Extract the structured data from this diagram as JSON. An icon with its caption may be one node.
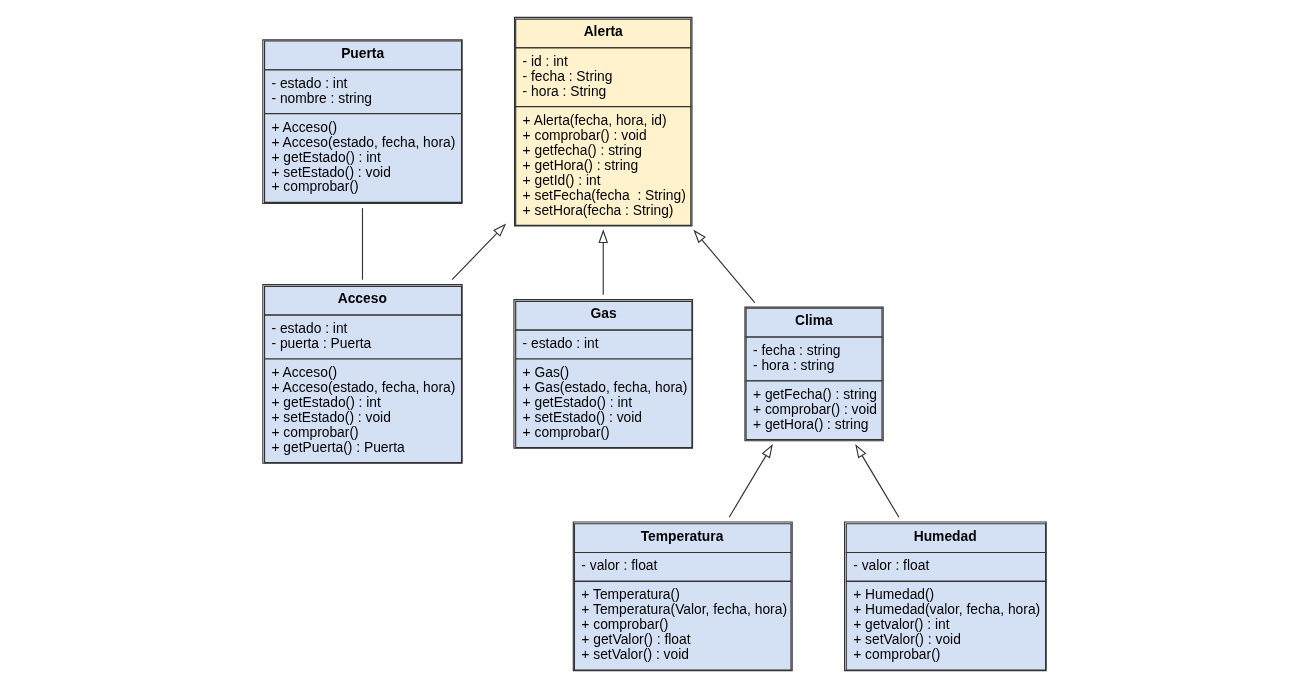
{
  "diagram": {
    "nodes": [
      {
        "text": [
          "Puerta",
          "- estado : int",
          "- nombre : string",
          "+ Acceso()",
          "+ Acceso(estado, fecha, hora)",
          "+ getEstado() : int",
          "+ setEstado() : void",
          "+ comprobar()"
        ]
      },
      {
        "text": [
          "Alerta",
          "- id : int",
          "- fecha : String",
          "- hora : String",
          "+ Alerta(fecha, hora, id)",
          "+ comprobar() : void",
          "+ getfecha() : string",
          "+ getHora() : string",
          "+ getId() : int",
          "+ setFecha(fecha  : String)",
          "+ setHora(fecha : String)"
        ]
      },
      {
        "text": [
          "Temperatura",
          "- valor : float",
          "+ Temperatura()",
          "+ Temperatura(Valor, fecha, hora)",
          "+ comprobar()",
          "+ getValor() : float",
          "+ setValor() : void"
        ]
      },
      {
        "text": [
          "Acceso",
          "- estado : int",
          "- puerta : Puerta",
          "+ Acceso()",
          "+ Acceso(estado, fecha, hora)",
          "+ getEstado() : int",
          "+ setEstado() : void",
          "+ comprobar()",
          "+ getPuerta() : Puerta"
        ]
      },
      {
        "text": [
          "Gas",
          "- estado : int",
          "+ Gas()",
          "+ Gas(estado, fecha, hora)",
          "+ getEstado() : int",
          "+ setEstado() : void",
          "+ comprobar()"
        ]
      },
      {
        "text": [
          "Clima",
          "- fecha : string",
          "- hora : string",
          "+ getFecha() : string",
          "+ comprobar() : void",
          "+ getHora() : string"
        ]
      },
      {
        "text": [
          "Humedad",
          "- valor : float",
          "+ Humedad()",
          "+ Humedad(valor, fecha, hora)",
          "+ getvalor() : int",
          "+ setValor() : void",
          "+ comprobar()"
        ]
      }
    ],
    "edges": [
      {
        "from": 3,
        "to": 0,
        "arrow": "none"
      },
      {
        "from": 3,
        "to": 1,
        "arrow": "to"
      },
      {
        "from": 4,
        "to": 1,
        "arrow": "to"
      },
      {
        "from": 5,
        "to": 1,
        "arrow": "to"
      },
      {
        "from": 2,
        "to": 5,
        "arrow": "to"
      },
      {
        "from": 6,
        "to": 5,
        "arrow": "to"
      }
    ]
  }
}
